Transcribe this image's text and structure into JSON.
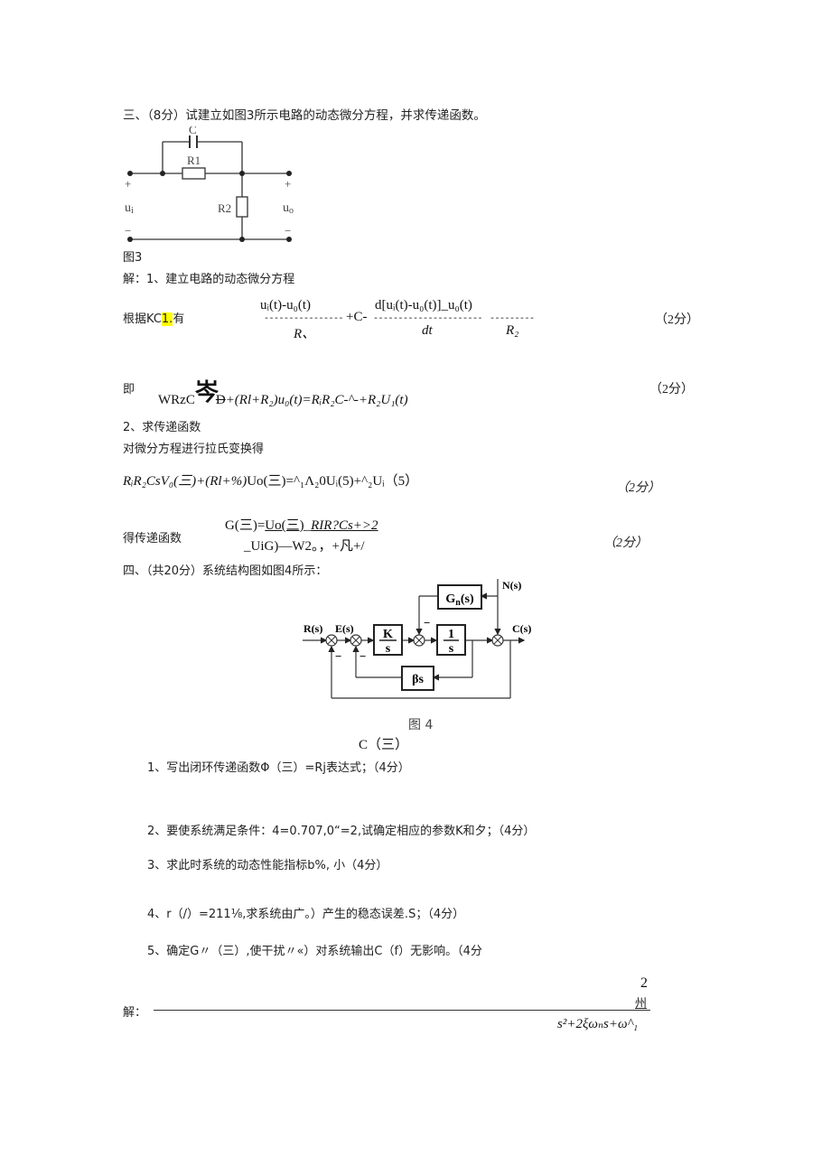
{
  "section3": {
    "heading": "三、（8分）试建立如图3所示电路的动态微分方程，并求传递函数。",
    "figure": {
      "label": "图3",
      "components": {
        "capacitor": "C",
        "r1": "R1",
        "r2": "R2"
      },
      "input_label": "u",
      "input_sub": "i",
      "output_label": "u",
      "output_sub": "o",
      "plus": "+",
      "minus": "−"
    },
    "solution_intro": "解：1、建立电路的动态微分方程",
    "kcl": {
      "prefix": "根据KC",
      "highlighted": "1.",
      "suffix": "有",
      "term1_num": "uᵢ(t)-u₀(t)",
      "term1_dashes": "----------------",
      "plus_c": "+C-",
      "term2_num": "d[uᵢ(t)-u₀(t)]_u₀(t)",
      "term2_dashes": "----------------------",
      "term3_dashes": "---------",
      "den1": "R、",
      "den2": "dt",
      "den3": "R₂",
      "score": "（2分）"
    },
    "eq2": {
      "prefix": "即",
      "lhs_a": "WRzC",
      "garbled": "岑",
      "lhs_b": "D",
      "rest": "+(Rl+R₂)u₀(t)=RᵢR₂C-^-+R₂U₁(t)",
      "score": "（2分）"
    },
    "step2_title": "2、求传递函数",
    "step2_desc": "对微分方程进行拉氏变换得",
    "laplace": {
      "text_italic": "RᵢR₂CsV₀(三)+(Rl+%)",
      "text_normal": "Uo(三)=^₁Λ₂0Uᵢ(5)+^₂Uᵢ（5）",
      "score": "（2分）"
    },
    "transfer": {
      "label": "得传递函数",
      "line1_a": "G(三)=",
      "line1_b": "Uo(三)",
      "line1_c": "_",
      "line1_d": "RIR?Cs+>2",
      "line2": "_UiG)—W2。，+凡+/",
      "score": "（2分）"
    }
  },
  "section4": {
    "heading": "四、（共20分）系统结构图如图4所示：",
    "figure": {
      "label": "图 4",
      "signals": {
        "R": "R(s)",
        "E": "E(s)",
        "C": "C(s)",
        "N": "N(s)"
      },
      "blocks": {
        "k_num": "K",
        "k_den": "s",
        "int_num": "1",
        "int_den": "s",
        "gn": "G",
        "gn_sub": "n",
        "gn_arg": "(s)",
        "beta": "βs"
      },
      "minus": "−"
    },
    "cs_label": "C（三）",
    "questions": [
      "1、写出闭环传递函数Φ（三）=Rj表达式；（4分）",
      "2、要使系统满足条件：4=0.707,0“=2,试确定相应的参数K和夕；（4分）",
      "3、求此时系统的动态性能指标b%, 小（4分）",
      "4、r（/）=211⅛,求系统由广。）产生的稳态误差.S；（4分）",
      "5、确定G〃（三）,使干扰〃«）对系统输出C（f）无影响。（4分"
    ],
    "solution": {
      "label": "解：",
      "num_top": "2",
      "num_glyph": "州",
      "denominator": "s²+2ξωₙs+ω^₁"
    }
  }
}
